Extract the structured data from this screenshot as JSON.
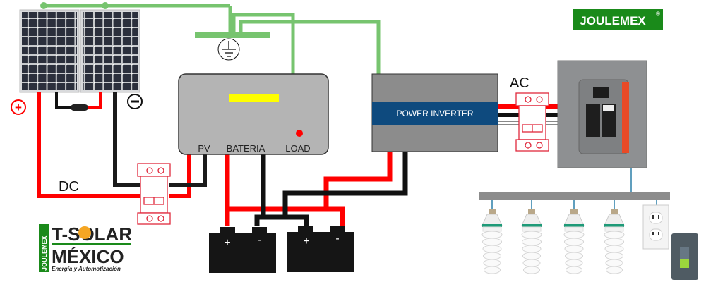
{
  "brand": {
    "logo_text": "JOULEMEX",
    "logo_mark": "®",
    "logo_color": "#1a8a1a"
  },
  "tsolar": {
    "line1": "T-SOLAR",
    "line2": "MÉXICO",
    "tagline": "Energía y Automotización",
    "vertical": "JOULEMEX"
  },
  "panels": {
    "positive_symbol": "+",
    "negative_symbol": "−"
  },
  "controller": {
    "labels": {
      "pv": "PV",
      "battery": "BATERIA",
      "load": "LOAD"
    }
  },
  "inverter": {
    "label": "POWER INVERTER"
  },
  "labels": {
    "dc": "DC",
    "ac": "AC"
  },
  "batteries": [
    {
      "pos": "+",
      "neg": "-"
    },
    {
      "pos": "+",
      "neg": "-"
    }
  ],
  "colors": {
    "positive_wire": "#ff0000",
    "negative_wire": "#111111",
    "ground_wire": "#77c46f",
    "inverter_band": "#0e4a7e"
  }
}
